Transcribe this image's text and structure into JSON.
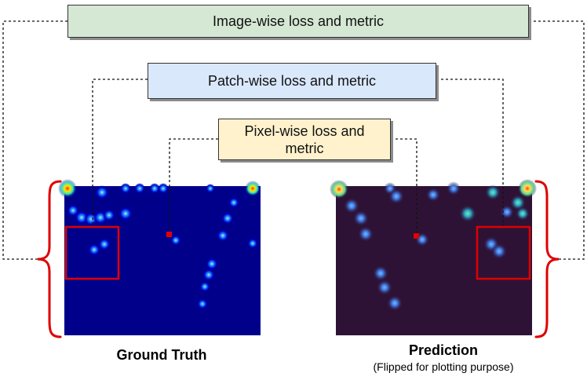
{
  "labels": {
    "image_wise": "Image-wise loss and metric",
    "patch_wise": "Patch-wise loss and metric",
    "pixel_wise": "Pixel-wise loss and metric"
  },
  "captions": {
    "ground_truth": "Ground Truth",
    "prediction": "Prediction",
    "prediction_note": "(Flipped for plotting purpose)"
  },
  "colors": {
    "image_box": "#d5e8d4",
    "patch_box": "#dae8fc",
    "pixel_box": "#fff2cc",
    "highlight": "#e00000",
    "ground_truth_background": "#00008a",
    "prediction_background": "#2e1236"
  }
}
